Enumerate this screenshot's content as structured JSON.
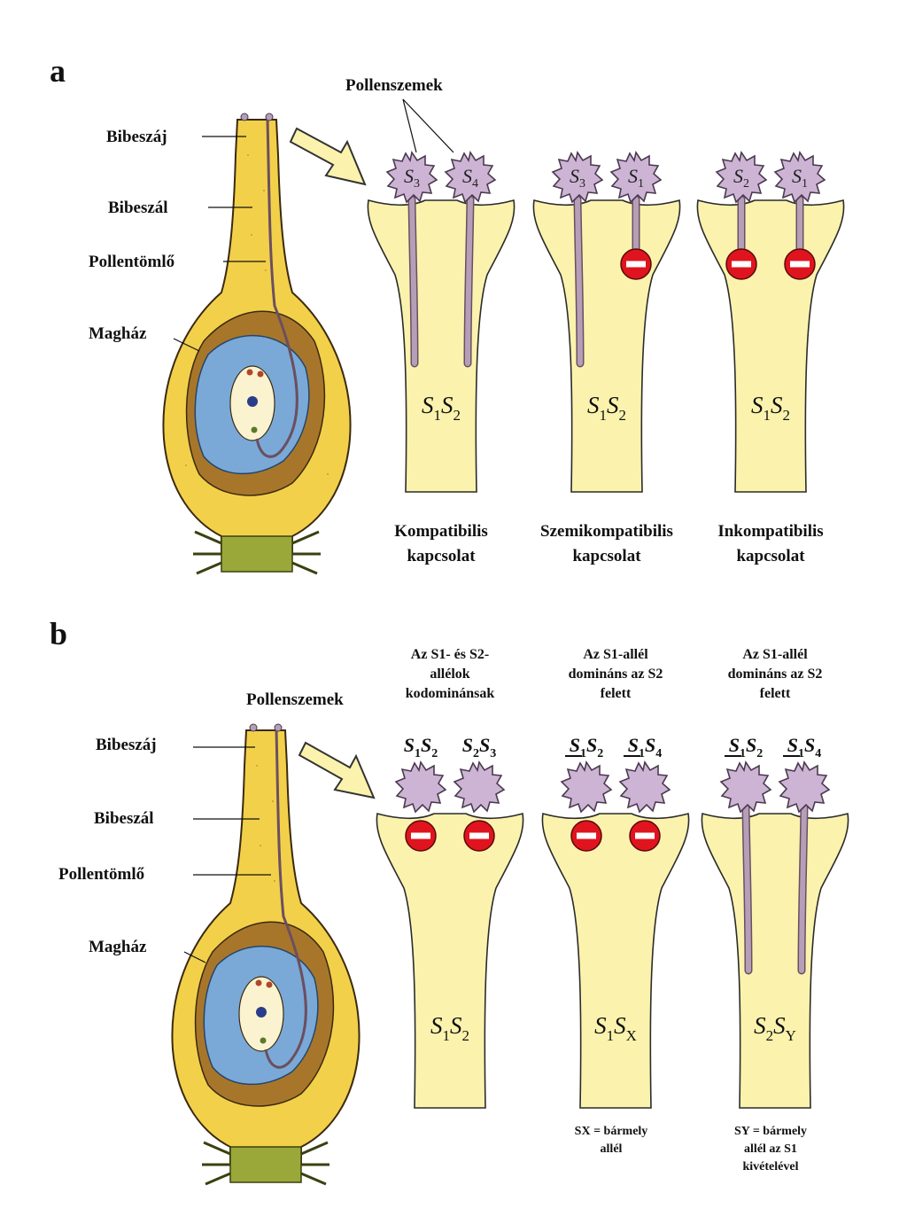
{
  "panel_a": {
    "letter": "a",
    "flower_labels": [
      "Bibeszáj",
      "Bibeszál",
      "Pollentömlő",
      "Magház"
    ],
    "pollen_title": "Pollenszemek",
    "columns": [
      {
        "pollen": [
          {
            "allele": "3",
            "tube": true
          },
          {
            "allele": "4",
            "tube": true
          }
        ],
        "style_genotype": [
          "1",
          "2"
        ],
        "blocks": [
          false,
          false
        ],
        "caption": [
          "Kompatibilis",
          "kapcsolat"
        ]
      },
      {
        "pollen": [
          {
            "allele": "3",
            "tube": true
          },
          {
            "allele": "1",
            "tube": true
          }
        ],
        "style_genotype": [
          "1",
          "2"
        ],
        "blocks": [
          false,
          true
        ],
        "caption": [
          "Szemikompatibilis",
          "kapcsolat"
        ]
      },
      {
        "pollen": [
          {
            "allele": "2",
            "tube": true
          },
          {
            "allele": "1",
            "tube": true
          }
        ],
        "style_genotype": [
          "1",
          "2"
        ],
        "blocks": [
          true,
          true
        ],
        "caption": [
          "Inkompatibilis",
          "kapcsolat"
        ]
      }
    ]
  },
  "panel_b": {
    "letter": "b",
    "flower_labels": [
      "Bibeszáj",
      "Bibeszál",
      "Pollentömlő",
      "Magház"
    ],
    "pollen_title": "Pollenszemek",
    "columns": [
      {
        "header": [
          "Az S1- és S2-",
          "allélok",
          "kodominánsak"
        ],
        "pollen_genotypes": [
          "S1S2",
          "S2S3"
        ],
        "style_genotype": "S1S2",
        "blocks": [
          true,
          true
        ],
        "footnote": []
      },
      {
        "header": [
          "Az S1-allél",
          "domináns az S2",
          "felett"
        ],
        "pollen_genotypes": [
          "S1S2",
          "S1S4"
        ],
        "style_genotype": "S1SX",
        "blocks": [
          true,
          true
        ],
        "footnote": [
          "SX = bármely",
          "allél"
        ]
      },
      {
        "header": [
          "Az S1-allél",
          "domináns az S2",
          "felett"
        ],
        "pollen_genotypes": [
          "S1S2",
          "S1S4"
        ],
        "style_genotype": "S2SY",
        "blocks": [
          false,
          false
        ],
        "footnote": [
          "SY = bármely",
          "allél az S1",
          "kivételével"
        ]
      }
    ]
  },
  "colors": {
    "style_fill": "#fbf3ad",
    "style_stroke": "#2b2b2b",
    "pollen_fill": "#cdb4d4",
    "tube_fill": "#b59fb8",
    "block_red": "#e0141e",
    "arrow_fill": "#fbf3ad",
    "ovary_yellow": "#f3d04a",
    "ovary_brown": "#a8762b",
    "ovule_blue": "#7aa9d8",
    "receptacle_green": "#9aa83a"
  }
}
